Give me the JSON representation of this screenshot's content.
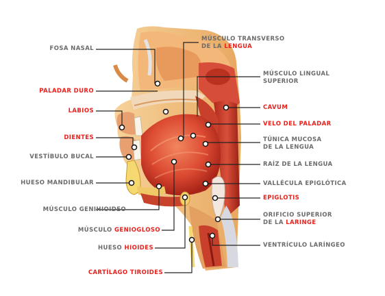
{
  "labels": {
    "fosa_nasal": "FOSA NASAL",
    "paladar_duro": "PALADAR DURO",
    "labios": "LABIOS",
    "dientes": "DIENTES",
    "vestibulo_bucal": "VESTÍBULO BUCAL",
    "hueso_mandibular": "HUESO MANDIBULAR",
    "musculo_genihioideo": "MÚSCULO GENIHIOIDEO",
    "musculo_geniogloso_prefix": "MÚSCULO ",
    "musculo_geniogloso_hl": "GENIOGLOSO",
    "hueso_hioides_prefix": "HUESO ",
    "hueso_hioides_hl": "HIOIDES",
    "cartilago_tiroides": "CARTÍLAGO TIROIDES",
    "musculo_transverso_line1": "MÚSCULO TRANSVERSO",
    "musculo_transverso_prefix": "DE LA ",
    "musculo_transverso_hl": "LENGUA",
    "musculo_lingual_line1": "MÚSCULO LINGUAL",
    "musculo_lingual_line2": "SUPERIOR",
    "cavum": "CAVUM",
    "velo_del_paladar": "VELO DEL PALADAR",
    "tunica_mucosa_line1": "TÚNICA MUCOSA",
    "tunica_mucosa_line2": "DE LA LENGUA",
    "raiz_lengua": "RAÍZ DE LA LENGUA",
    "vallecula": "VALLÉCULA EPIGLÓTICA",
    "epiglotis": "EPIGLOTIS",
    "orificio_line1": "ORIFICIO SUPERIOR",
    "orificio_prefix": "DE LA ",
    "orificio_hl": "LARINGE",
    "ventriculo": "VENTRÍCULO LARÍNGEO"
  },
  "colors": {
    "highlight": "#e8211d",
    "label_gray": "#6b6b6b",
    "leader": "#222222",
    "bone": "#f2c27a",
    "muscle": "#c83a2a",
    "tongue": "#e2553c"
  }
}
